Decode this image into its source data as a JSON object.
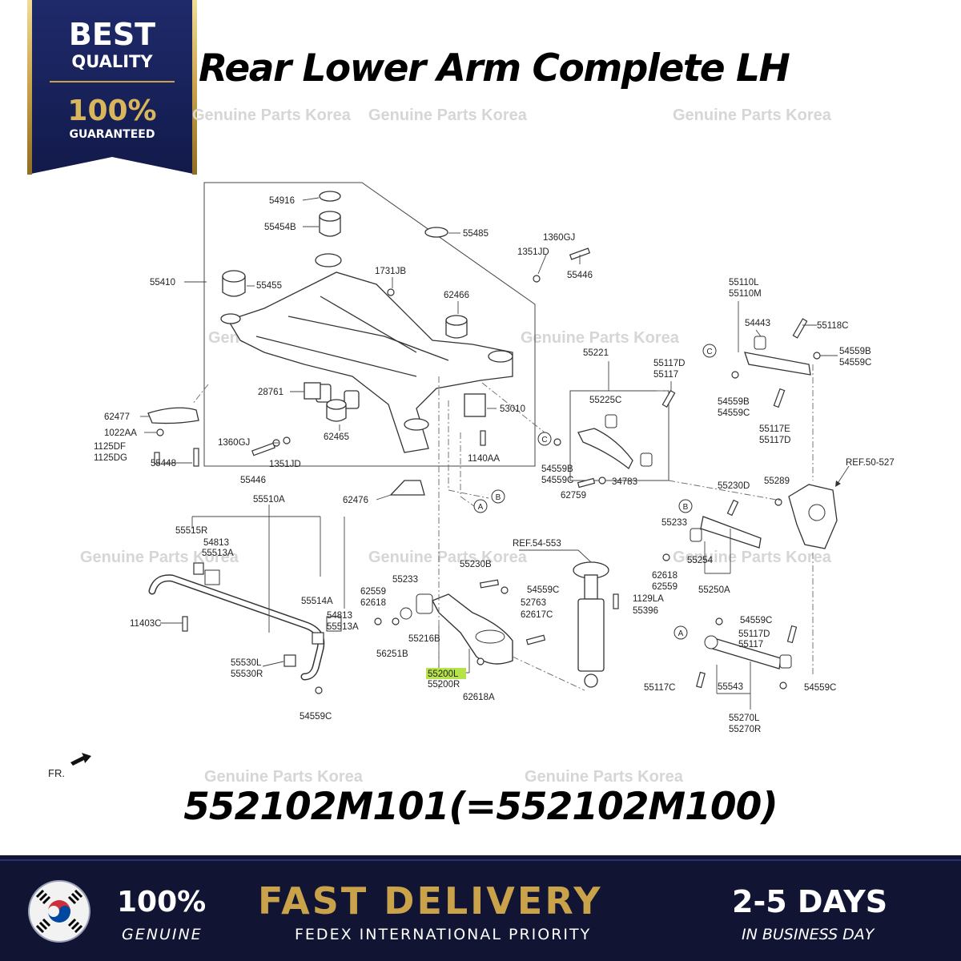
{
  "header": {
    "badge_line1": "BEST",
    "badge_line2": "QUALITY",
    "badge_line3": "100%",
    "badge_line4": "GUARANTEED",
    "title": "Rear Lower Arm Complete LH"
  },
  "watermark": "Genuine Parts Korea",
  "diagram": {
    "fr_label": "FR.",
    "ref_labels": [
      "REF.50-527",
      "REF.54-553"
    ],
    "callouts": [
      "A",
      "B",
      "C"
    ],
    "highlighted_part": "55200L",
    "highlight_color": "#b6e34a"
  },
  "part_number": "552102M101(=552102M100)",
  "footer": {
    "genuine_percent": "100%",
    "genuine_label": "GENUINE",
    "delivery_title": "FAST DELIVERY",
    "delivery_subtitle": "FEDEX INTERNATIONAL PRIORITY",
    "days": "2-5 DAYS",
    "days_label": "IN BUSINESS DAY",
    "gold_color": "#c9a24a",
    "background_color": "#111533"
  }
}
